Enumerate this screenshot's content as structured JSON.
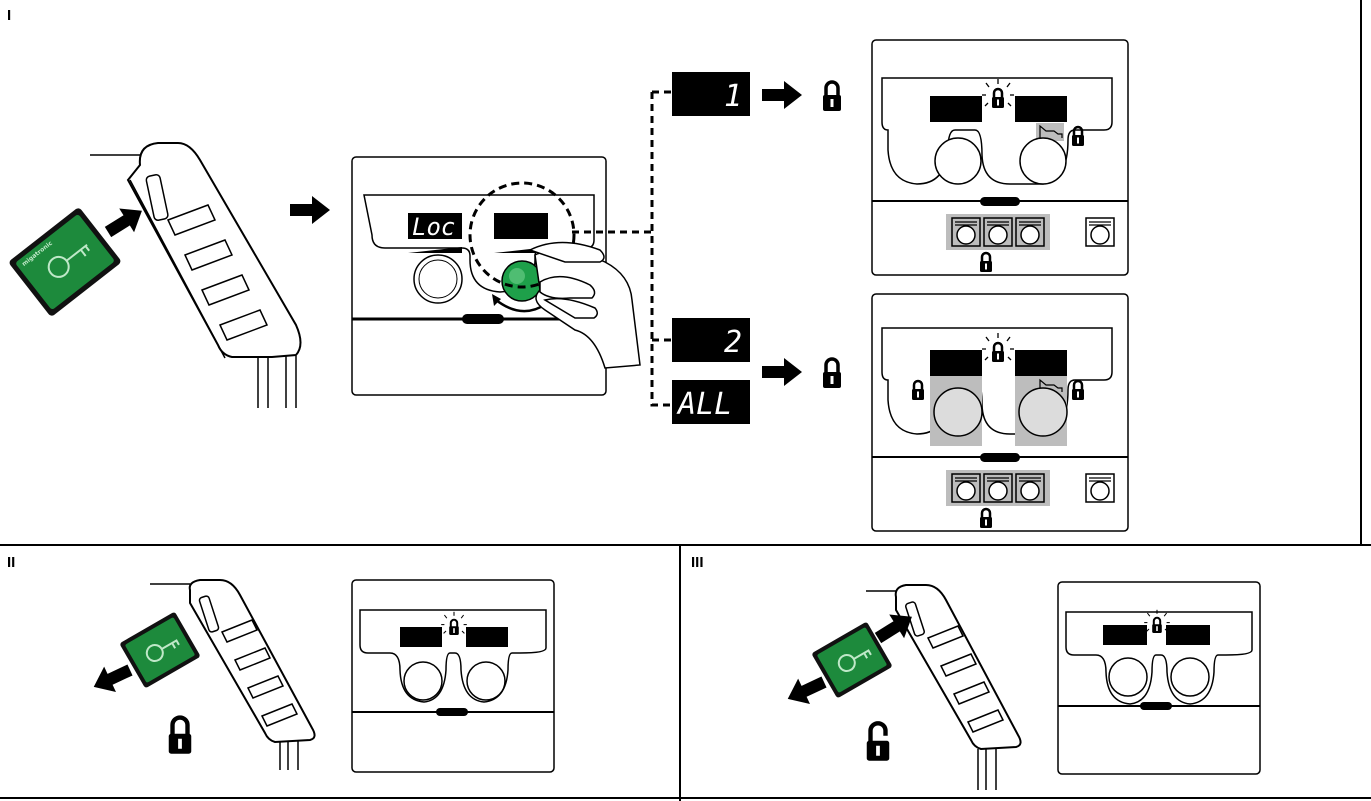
{
  "sections": [
    {
      "label": "I"
    },
    {
      "label": "II"
    },
    {
      "label": "III"
    }
  ],
  "displays": {
    "loc": "Loc",
    "level_1": "1",
    "level_2": "2",
    "level_all": "ALL"
  },
  "card": {
    "brand": "migatronic"
  },
  "icons": {
    "lock": "padlock-closed-icon",
    "unlock": "padlock-open-icon",
    "blinking_lock": "blinking-lock-icon",
    "arrow": "arrow-right-icon",
    "process": "process-curve-icon"
  },
  "colors": {
    "knob_green": "#1ea04a",
    "card_green": "#1d8a3c",
    "lock_shade": "#bdbdbd"
  }
}
